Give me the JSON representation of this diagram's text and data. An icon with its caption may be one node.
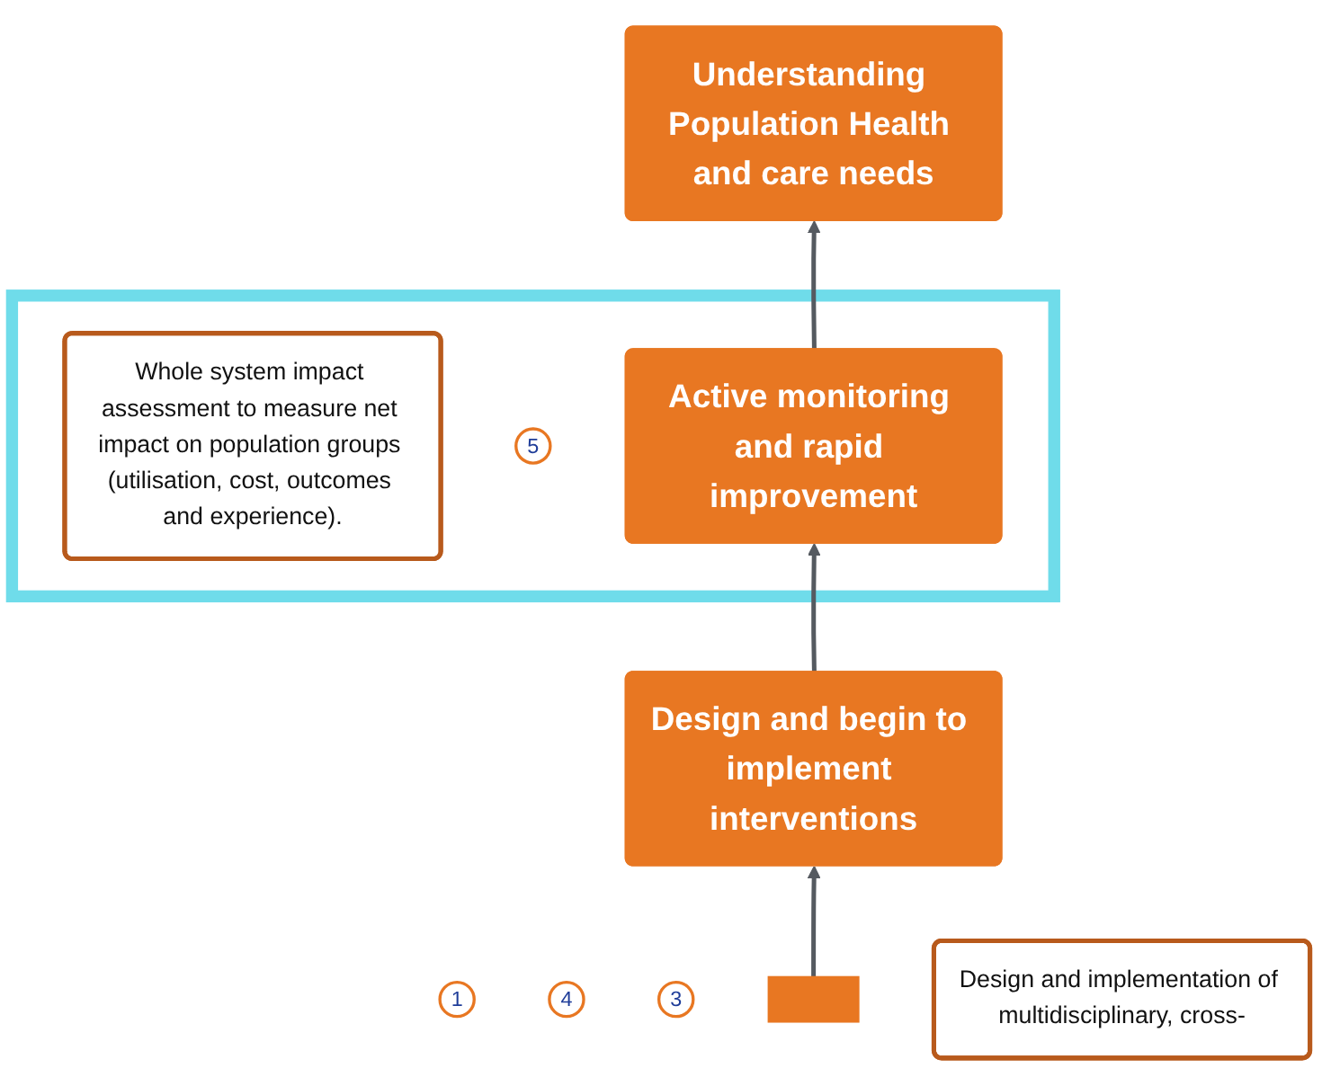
{
  "diagram": {
    "nodes": [
      {
        "text": [],
        "shape": "box"
      },
      {
        "text": [
          "1"
        ]
      },
      {
        "text": [
          "Understanding Population Health and care needs"
        ]
      },
      {
        "text": [
          "Whole system impact assessment to measure net impact on population groups (utilisation, cost, outcomes and experience)."
        ],
        "in": 0
      },
      {
        "text": [
          "5"
        ],
        "in": 0
      },
      {
        "text": [
          "Active monitoring and rapid improvement"
        ],
        "in": 0
      },
      {
        "text": [
          "4"
        ]
      },
      {
        "text": [
          "3"
        ]
      },
      {
        "text": [
          "Design and begin to implement interventions"
        ]
      },
      {
        "text": [],
        "shape": "box"
      },
      {
        "text": [
          "Design and implementation of multidisciplinary, cross-"
        ]
      }
    ],
    "edges": [
      {
        "from": 5,
        "to": 2,
        "arrow": "to"
      },
      {
        "from": 8,
        "to": 5,
        "arrow": "to"
      },
      {
        "from": 9,
        "to": 8,
        "arrow": "to"
      }
    ]
  }
}
